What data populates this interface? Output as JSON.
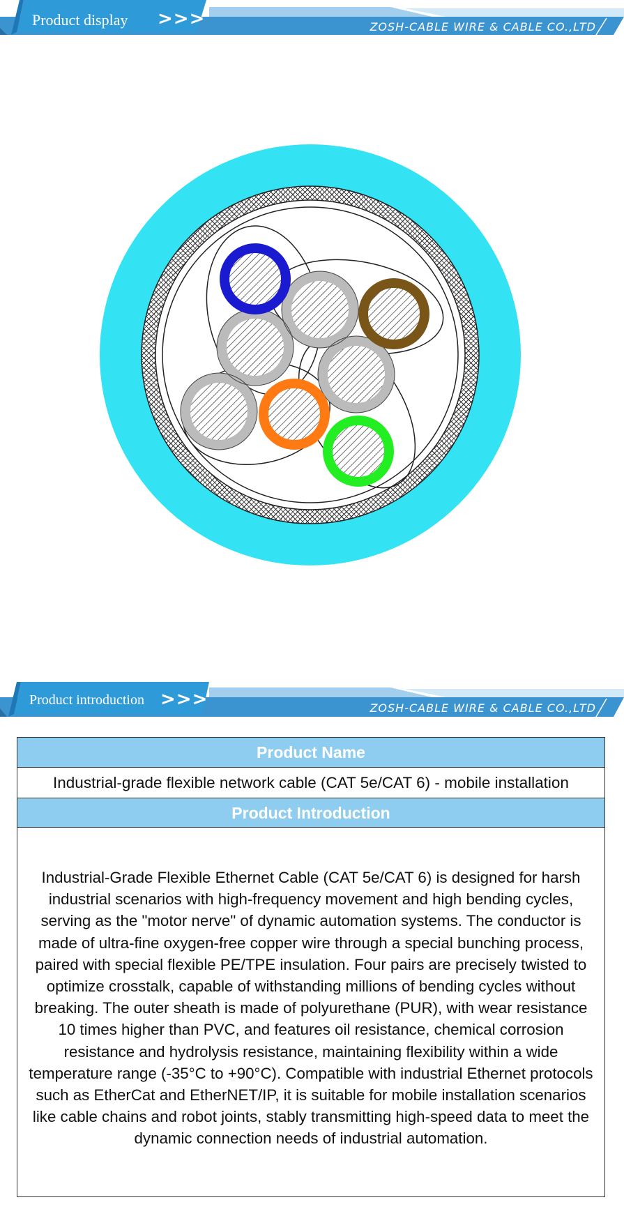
{
  "header_display": {
    "tab_label": "Product display",
    "arrows": ">>>",
    "company": "ZOSH-CABLE WIRE & CABLE CO.,LTD"
  },
  "header_intro": {
    "tab_label": "Product introduction",
    "arrows": ">>>",
    "company": "ZOSH-CABLE WIRE & CABLE CO.,LTD"
  },
  "colors": {
    "header_blue": "#3b93cf",
    "header_tab": "#2f9ad8",
    "table_head": "#8fcdf0",
    "sheath_cyan": "#33e3f3",
    "pair_blue": "#1a1ad0",
    "pair_brown": "#7a5518",
    "pair_orange": "#ff7a12",
    "pair_green": "#22ee22"
  },
  "cable_cross_section": {
    "outer_sheath": "PUR sheath",
    "pairs": [
      "blue",
      "brown",
      "orange",
      "green"
    ]
  },
  "table": {
    "name_header": "Product Name",
    "name_value": "Industrial-grade flexible network cable (CAT 5e/CAT 6) - mobile installation",
    "intro_header": "Product Introduction",
    "intro_text": "Industrial-Grade Flexible Ethernet Cable (CAT 5e/CAT 6) is designed for harsh industrial scenarios with high-frequency movement and high bending cycles, serving as the \"motor nerve\" of dynamic automation systems. The conductor is made of ultra-fine oxygen-free copper wire through a special bunching process, paired with special flexible PE/TPE insulation. Four pairs are precisely twisted to optimize crosstalk, capable of withstanding millions of bending cycles without breaking. The outer sheath is made of polyurethane (PUR), with wear resistance 10 times higher than PVC, and features oil resistance, chemical corrosion resistance and hydrolysis resistance, maintaining flexibility within a wide temperature range (-35°C to +90°C). Compatible with industrial Ethernet protocols such as EtherCat and EtherNET/IP, it is suitable for mobile installation scenarios like cable chains and robot joints, stably transmitting high-speed data to meet the dynamic connection needs of industrial automation."
  }
}
